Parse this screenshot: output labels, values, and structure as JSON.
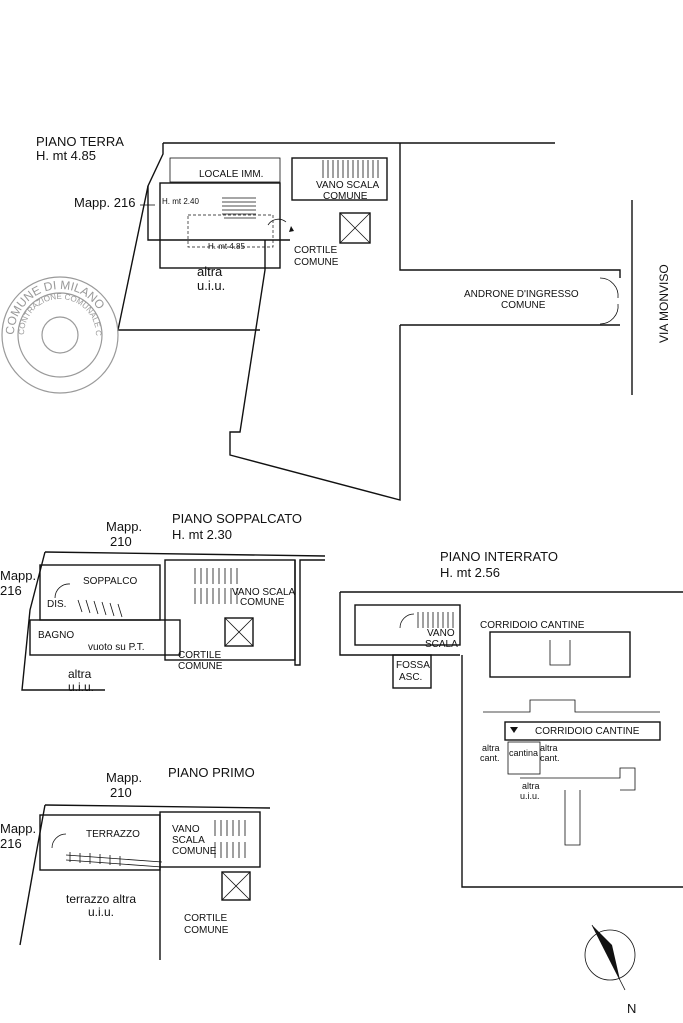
{
  "piano_terra": {
    "title": "PIANO TERRA",
    "height": "H. mt 4.85",
    "mapp": "Mapp. 216",
    "locale": "LOCALE IMM.",
    "vano_scala_1": "VANO SCALA",
    "vano_scala_2": "COMUNE",
    "h_mezz": "H. mt 2.40",
    "h_main": "H. mt 4.85",
    "cortile_1": "CORTILE",
    "cortile_2": "COMUNE",
    "altra_1": "altra",
    "altra_2": "u.i.u.",
    "androne_1": "ANDRONE D'INGRESSO",
    "androne_2": "COMUNE",
    "street": "VIA MONVISO"
  },
  "stamp": {
    "outer": "COMUNE DI MILANO",
    "inner": "CONTRAZIONE COMUNALE CATASTO"
  },
  "piano_soppalcato": {
    "title": "PIANO SOPPALCATO",
    "height": "H. mt 2.30",
    "mapp210_1": "Mapp.",
    "mapp210_2": "210",
    "mapp216_1": "Mapp.",
    "mapp216_2": "216",
    "soppalco": "SOPPALCO",
    "dis": "DIS.",
    "bagno": "BAGNO",
    "vuoto": "vuoto su P.T.",
    "vano_1": "VANO SCALA",
    "vano_2": "COMUNE",
    "cortile_1": "CORTILE",
    "cortile_2": "COMUNE",
    "altra_1": "altra",
    "altra_2": "u.i.u."
  },
  "piano_primo": {
    "title": "PIANO PRIMO",
    "mapp210_1": "Mapp.",
    "mapp210_2": "210",
    "mapp216_1": "Mapp.",
    "mapp216_2": "216",
    "terrazzo": "TERRAZZO",
    "vano_1": "VANO",
    "vano_2": "SCALA",
    "vano_3": "COMUNE",
    "terr_altra_1": "terrazzo altra",
    "terr_altra_2": "u.i.u.",
    "cortile_1": "CORTILE",
    "cortile_2": "COMUNE"
  },
  "piano_interrato": {
    "title": "PIANO INTERRATO",
    "height": "H. mt 2.56",
    "vano_1": "VANO",
    "vano_2": "SCALA",
    "corridoio_1": "CORRIDOIO CANTINE",
    "corridoio_2": "CORRIDOIO CANTINE",
    "fossa_1": "FOSSA",
    "fossa_2": "ASC.",
    "altra_cant_a1": "altra",
    "altra_cant_a2": "cant.",
    "cantina": "cantina",
    "altra_cant_b1": "altra",
    "altra_cant_b2": "cant.",
    "altra_uiu_1": "altra",
    "altra_uiu_2": "u.i.u."
  },
  "north": {
    "label": "N"
  }
}
